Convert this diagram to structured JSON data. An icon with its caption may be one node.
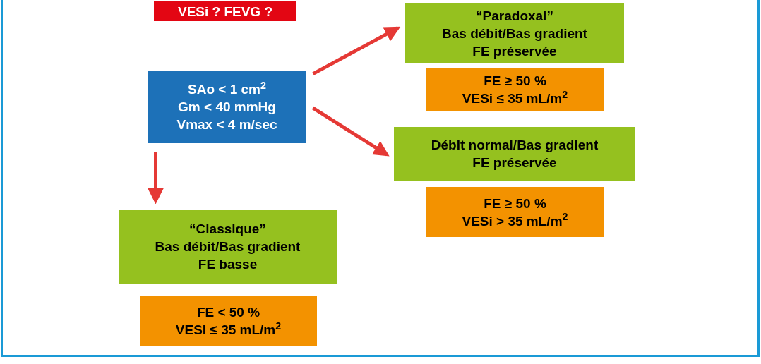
{
  "diagram": {
    "nodes": [
      {
        "text": [
          "VESi ? FEVG ?"
        ]
      },
      {
        "text": [
          "“Paradoxal”",
          "Bas débit/Bas gradient",
          "FE préservée"
        ]
      },
      {
        "text": [
          "FE ≥ 50 %",
          "VESi ≤ 35 mL/m$^{2}$"
        ]
      },
      {
        "text": [
          "SAo < 1 cm$^{2}$",
          "Gm < 40 mmHg",
          "Vmax < 4 m/sec"
        ]
      },
      {
        "text": [
          "Débit normal/Bas gradient",
          "FE préservée"
        ]
      },
      {
        "text": [
          "FE ≥ 50 %",
          "VESi > 35 mL/m$^{2}$"
        ]
      },
      {
        "text": [
          "“Classique”",
          "Bas débit/Bas gradient",
          "FE basse"
        ]
      },
      {
        "text": [
          "FE < 50 %",
          "VESi ≤ 35 mL/m$^{2}$"
        ]
      }
    ],
    "edges": [
      {
        "from": 3,
        "to": 1,
        "arrow": "to"
      },
      {
        "from": 3,
        "to": 4,
        "arrow": "to"
      },
      {
        "from": 3,
        "to": 6,
        "arrow": "to"
      }
    ]
  }
}
